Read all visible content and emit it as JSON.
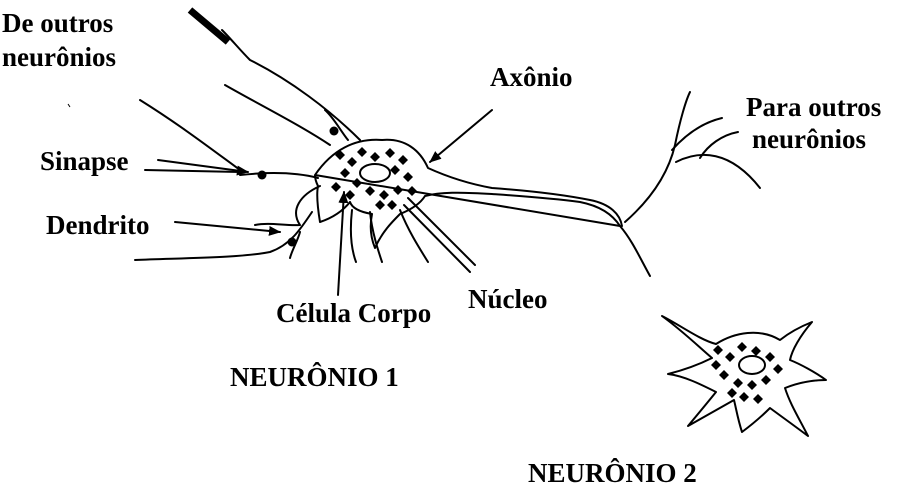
{
  "labels": {
    "from_other_line1": "De outros",
    "from_other_line2": "neurônios",
    "axon": "Axônio",
    "to_other_line1": "Para outros",
    "to_other_line2": "neurônios",
    "synapse": "Sinapse",
    "dendrite": "Dendrito",
    "nucleus": "Núcleo",
    "cell_body": "Célula Corpo",
    "neuron1": "NEURÔNIO 1",
    "neuron2": "NEURÔNIO 2"
  },
  "colors": {
    "ink": "#000000",
    "background": "#ffffff"
  }
}
